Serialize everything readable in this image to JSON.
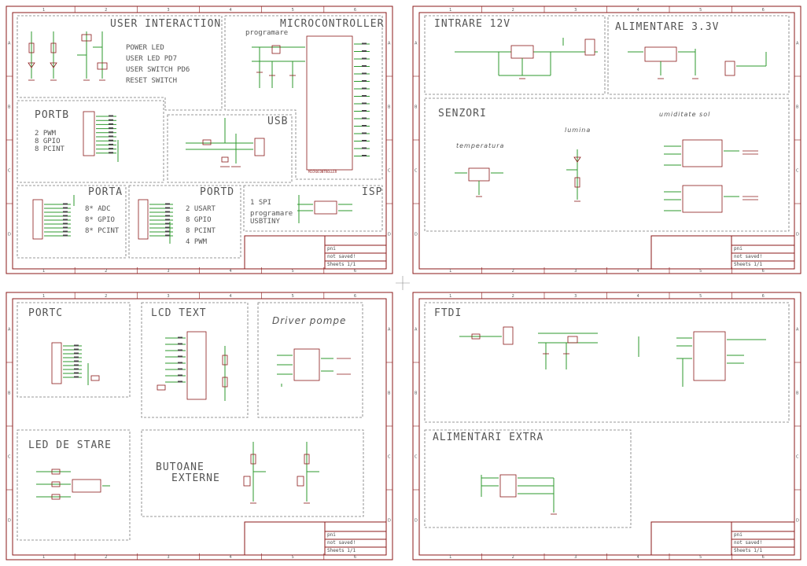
{
  "sheets": [
    {
      "id": "sheet-top-left",
      "title_block": {
        "name": "pni",
        "status": "not saved!",
        "sheet": "Sheets 1/1"
      },
      "sections": [
        {
          "id": "user-interaction",
          "title": "USER INTERACTION",
          "lines": [
            "POWER LED",
            "USER LED PD7",
            "USER SWITCH PD6",
            "RESET SWITCH"
          ]
        },
        {
          "id": "microcontroller",
          "title": "MICROCONTROLLER",
          "lines": [
            "programare"
          ]
        },
        {
          "id": "portb",
          "title": "PORTB",
          "lines": [
            "2 PWM",
            "8 GPIO",
            "8 PCINT"
          ]
        },
        {
          "id": "usb",
          "title": "USB",
          "lines": []
        },
        {
          "id": "porta",
          "title": "PORTA",
          "lines": [
            "8* ADC",
            "8* GPIO",
            "8* PCINT"
          ]
        },
        {
          "id": "portd",
          "title": "PORTD",
          "lines": [
            "2 USART",
            "8 GPIO",
            "8 PCINT",
            "4 PWM"
          ]
        },
        {
          "id": "isp",
          "title": "ISP",
          "lines": [
            "1 SPI",
            "programare",
            "USBTINY"
          ]
        }
      ]
    },
    {
      "id": "sheet-top-right",
      "title_block": {
        "name": "pni",
        "status": "not saved!",
        "sheet": "Sheets 1/1"
      },
      "sections": [
        {
          "id": "intrare-12v",
          "title": "INTRARE 12V",
          "lines": []
        },
        {
          "id": "alimentare-33v",
          "title": "ALIMENTARE 3.3V",
          "lines": []
        },
        {
          "id": "senzori",
          "title": "SENZORI",
          "lines": [
            "temperatura",
            "lumina",
            "umiditate sol"
          ]
        }
      ]
    },
    {
      "id": "sheet-bottom-left",
      "title_block": {
        "name": "pni",
        "status": "not saved!",
        "sheet": "Sheets 1/1"
      },
      "sections": [
        {
          "id": "portc",
          "title": "PORTC",
          "lines": []
        },
        {
          "id": "lcd-text",
          "title": "LCD TEXT",
          "lines": []
        },
        {
          "id": "driver-pompe",
          "title": "Driver pompe",
          "lines": []
        },
        {
          "id": "led-de-stare",
          "title": "LED DE STARE",
          "lines": []
        },
        {
          "id": "butoane-externe",
          "title": "BUTOANE EXTERNE",
          "lines": [
            "BUTOANE",
            "EXTERNE"
          ]
        }
      ]
    },
    {
      "id": "sheet-bottom-right",
      "title_block": {
        "name": "pni",
        "status": "not saved!",
        "sheet": "Sheets 1/1"
      },
      "sections": [
        {
          "id": "ftdi",
          "title": "FTDI",
          "lines": []
        },
        {
          "id": "alimentari-extra",
          "title": "ALIMENTARI EXTRA",
          "lines": []
        }
      ]
    }
  ],
  "grid": {
    "columns": [
      "1",
      "2",
      "3",
      "4",
      "5",
      "6"
    ],
    "rows": [
      "A",
      "B",
      "C",
      "D"
    ]
  },
  "colors": {
    "frame": "#8b1a1a",
    "wire": "#2e9a2e",
    "text": "#555555",
    "dashed": "#777777"
  }
}
